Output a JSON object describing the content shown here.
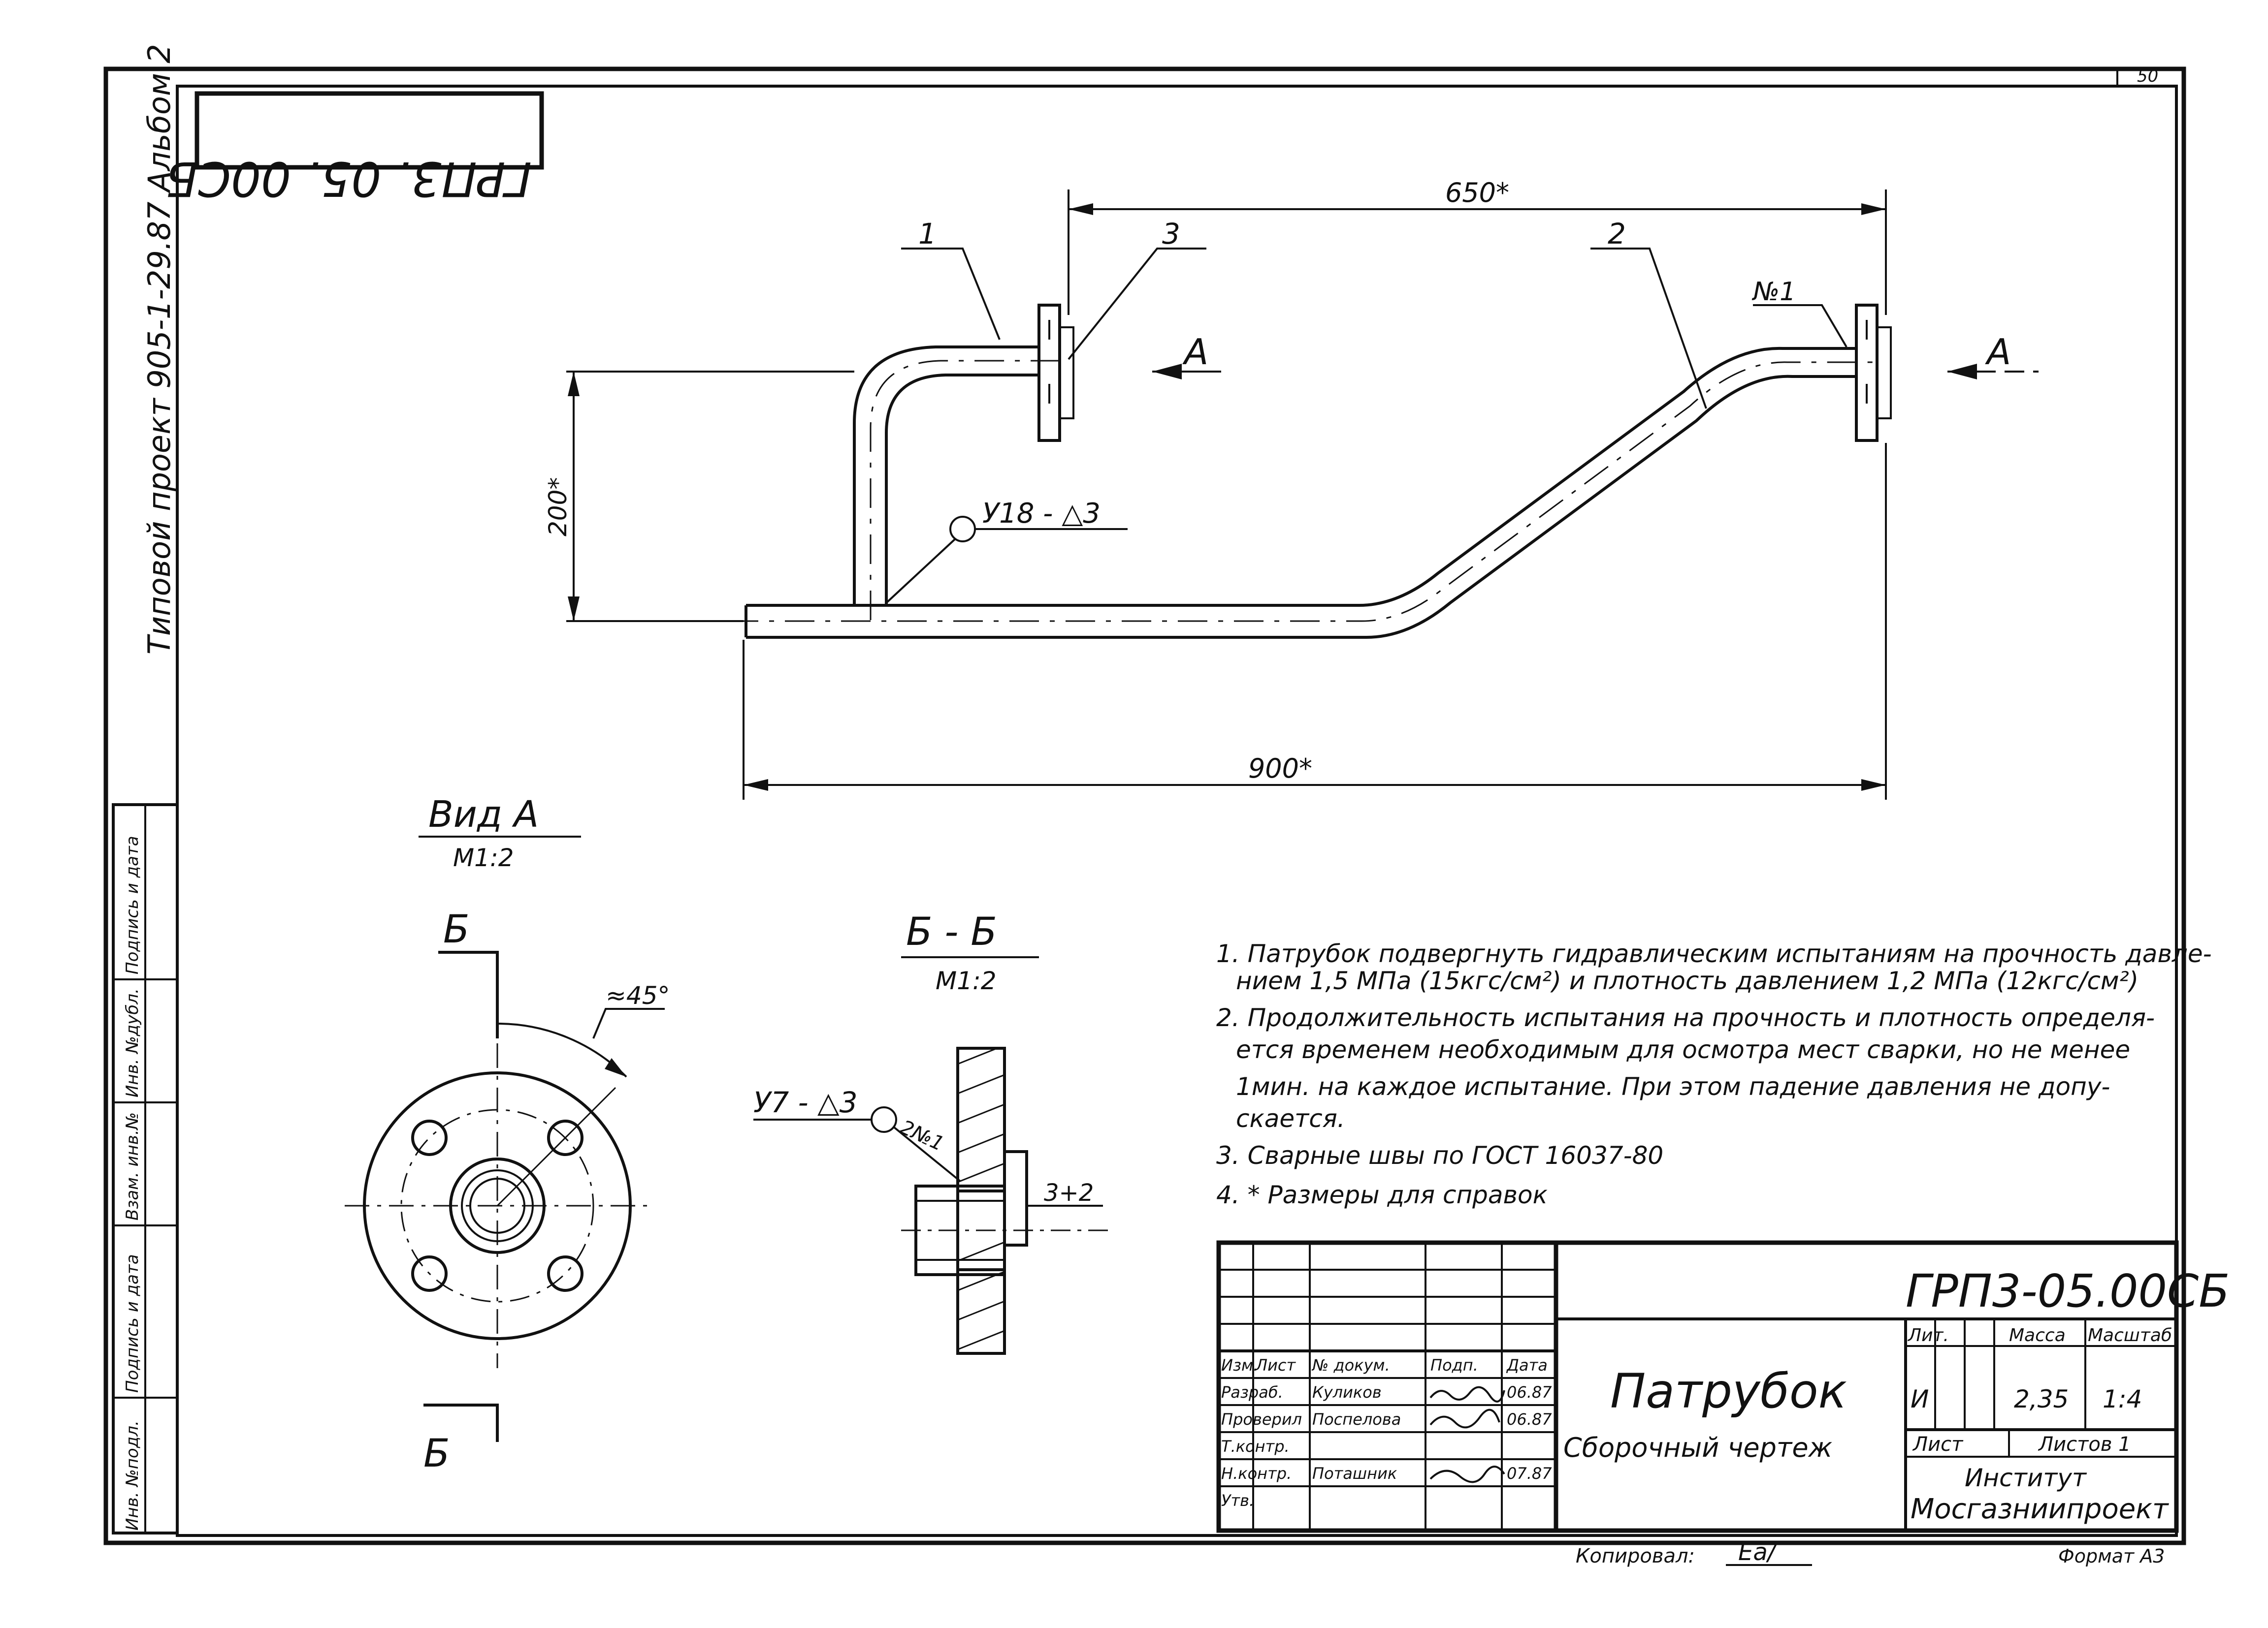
{
  "sheet": {
    "sheet_number": "50",
    "format": "Формат А3",
    "copied_by": "Копировал:",
    "copied_sig": "Еа/"
  },
  "side_stamp": {
    "project": "Типовой проект 905-1-29.87 Альбом 2",
    "code_mirror": "ГРП3. 05. 00СБ",
    "columns": [
      "Инв. №подл.",
      "Подпись и дата",
      "Взам. инв.№",
      "Инв. №дубл.",
      "Подпись и дата"
    ]
  },
  "main_view": {
    "dim_top": "650*",
    "dim_height": "200*",
    "dim_bottom": "900*",
    "leader_1": "1",
    "leader_2": "2",
    "leader_3": "3",
    "weld_mark": "№1",
    "weld_symbol": "У18 - △3",
    "section_left": "А",
    "section_right": "А"
  },
  "view_a": {
    "title": "Вид А",
    "scale": "М1:2",
    "cut_top": "Б",
    "cut_bottom": "Б",
    "angle": "≈45°"
  },
  "section_bb": {
    "title": "Б - Б",
    "scale": "М1:2",
    "weld_symbol": "У7 - △3",
    "weld_mark": "2№1",
    "gap": "3+2"
  },
  "notes": [
    "1. Патрубок подвергнуть гидравлическим испытаниям на прочность давле-",
    "нием 1,5 МПа (15кгс/см²) и плотность давлением 1,2 МПа (12кгс/см²)",
    "2. Продолжительность испытания на прочность и плотность определя-",
    "ется временем необходимым для осмотра мест сварки, но не менее",
    "1мин. на каждое испытание. При этом падение давления не допу-",
    "скается.",
    "3. Сварные швы по ГОСТ 16037-80",
    "4. * Размеры для справок"
  ],
  "title_block": {
    "code": "ГРП3-05.00СБ",
    "name": "Патрубок",
    "doc_type": "Сборочный чертеж",
    "lit_header": "Лит.",
    "mass_header": "Масса",
    "scale_header": "Масштаб",
    "lit": "И",
    "mass": "2,35",
    "scale": "1:4",
    "sheet_label": "Лист",
    "sheets_label": "Листов 1",
    "org_line1": "Институт",
    "org_line2": "Мосгазниипроект",
    "col_headers": [
      "Изм.",
      "Лист",
      "№ докум.",
      "Подп.",
      "Дата"
    ],
    "rows": [
      {
        "role": "Разраб.",
        "name": "Куликов",
        "date": "06.87"
      },
      {
        "role": "Проверил",
        "name": "Поспелова",
        "date": "06.87"
      },
      {
        "role": "Т.контр.",
        "name": "",
        "date": ""
      },
      {
        "role": "Н.контр.",
        "name": "Поташник",
        "date": "07.87"
      },
      {
        "role": "Утв.",
        "name": "",
        "date": ""
      }
    ]
  }
}
